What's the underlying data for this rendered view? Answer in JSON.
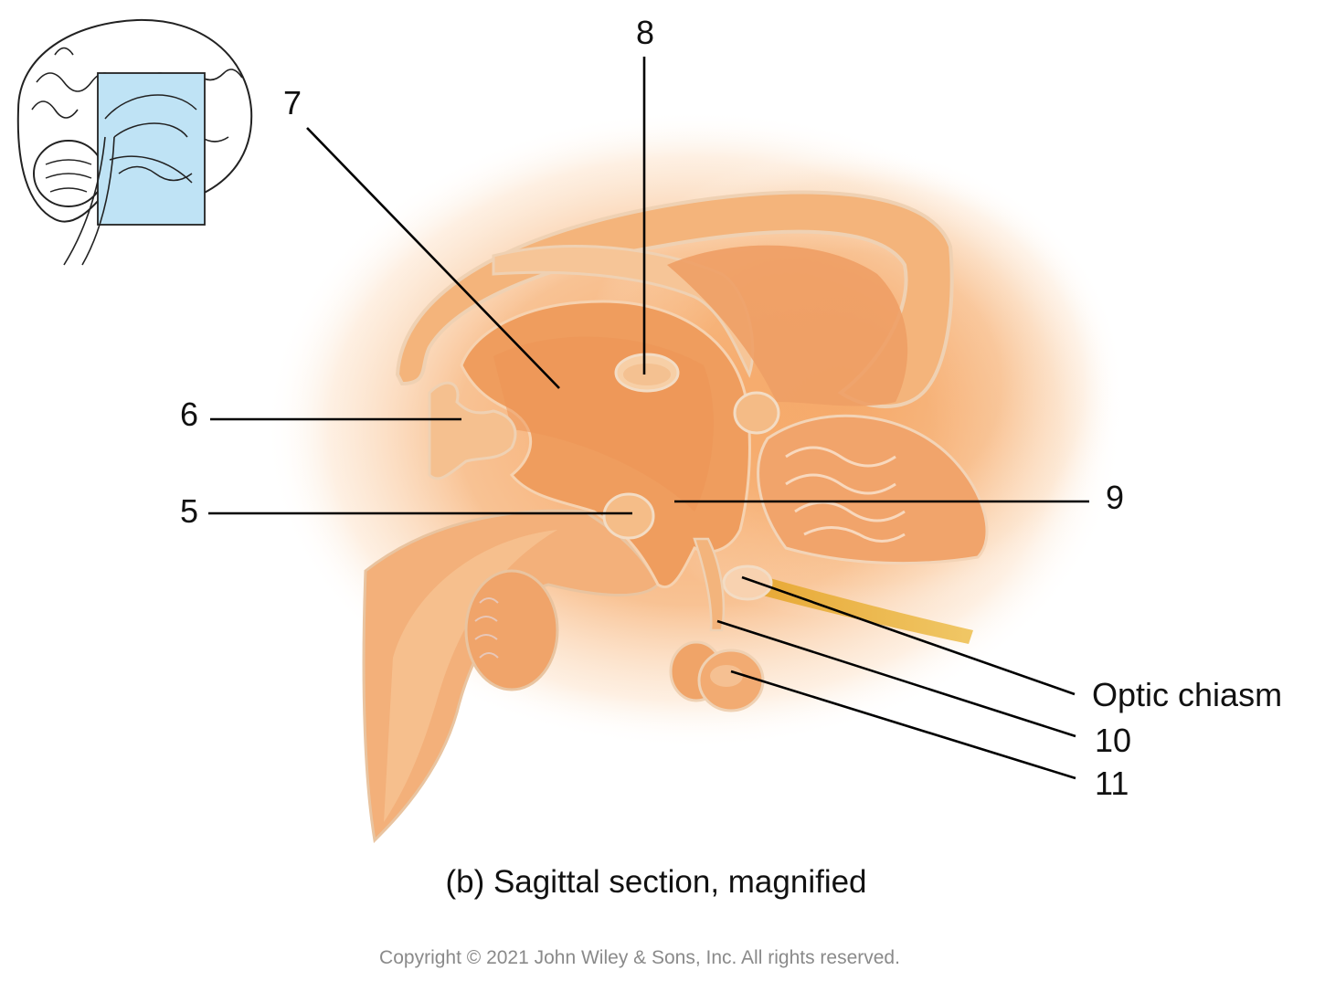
{
  "labels": {
    "l5": "5",
    "l6": "6",
    "l7": "7",
    "l8": "8",
    "l9": "9",
    "l10": "10",
    "l11": "11",
    "optic_chiasm": "Optic chiasm"
  },
  "caption": "(b) Sagittal section, magnified",
  "copyright": "Copyright © 2021 John Wiley & Sons, Inc. All rights reserved.",
  "colors": {
    "tissue": "#f2a96c",
    "tissue_dark": "#e08d4f",
    "tissue_light": "#f8c89a",
    "glow": "#f6a25c",
    "optic_nerve": "#e6b13a",
    "inset_highlight": "#bfe3f5"
  },
  "icons": {
    "inset": "brain-sagittal-inset-icon"
  }
}
